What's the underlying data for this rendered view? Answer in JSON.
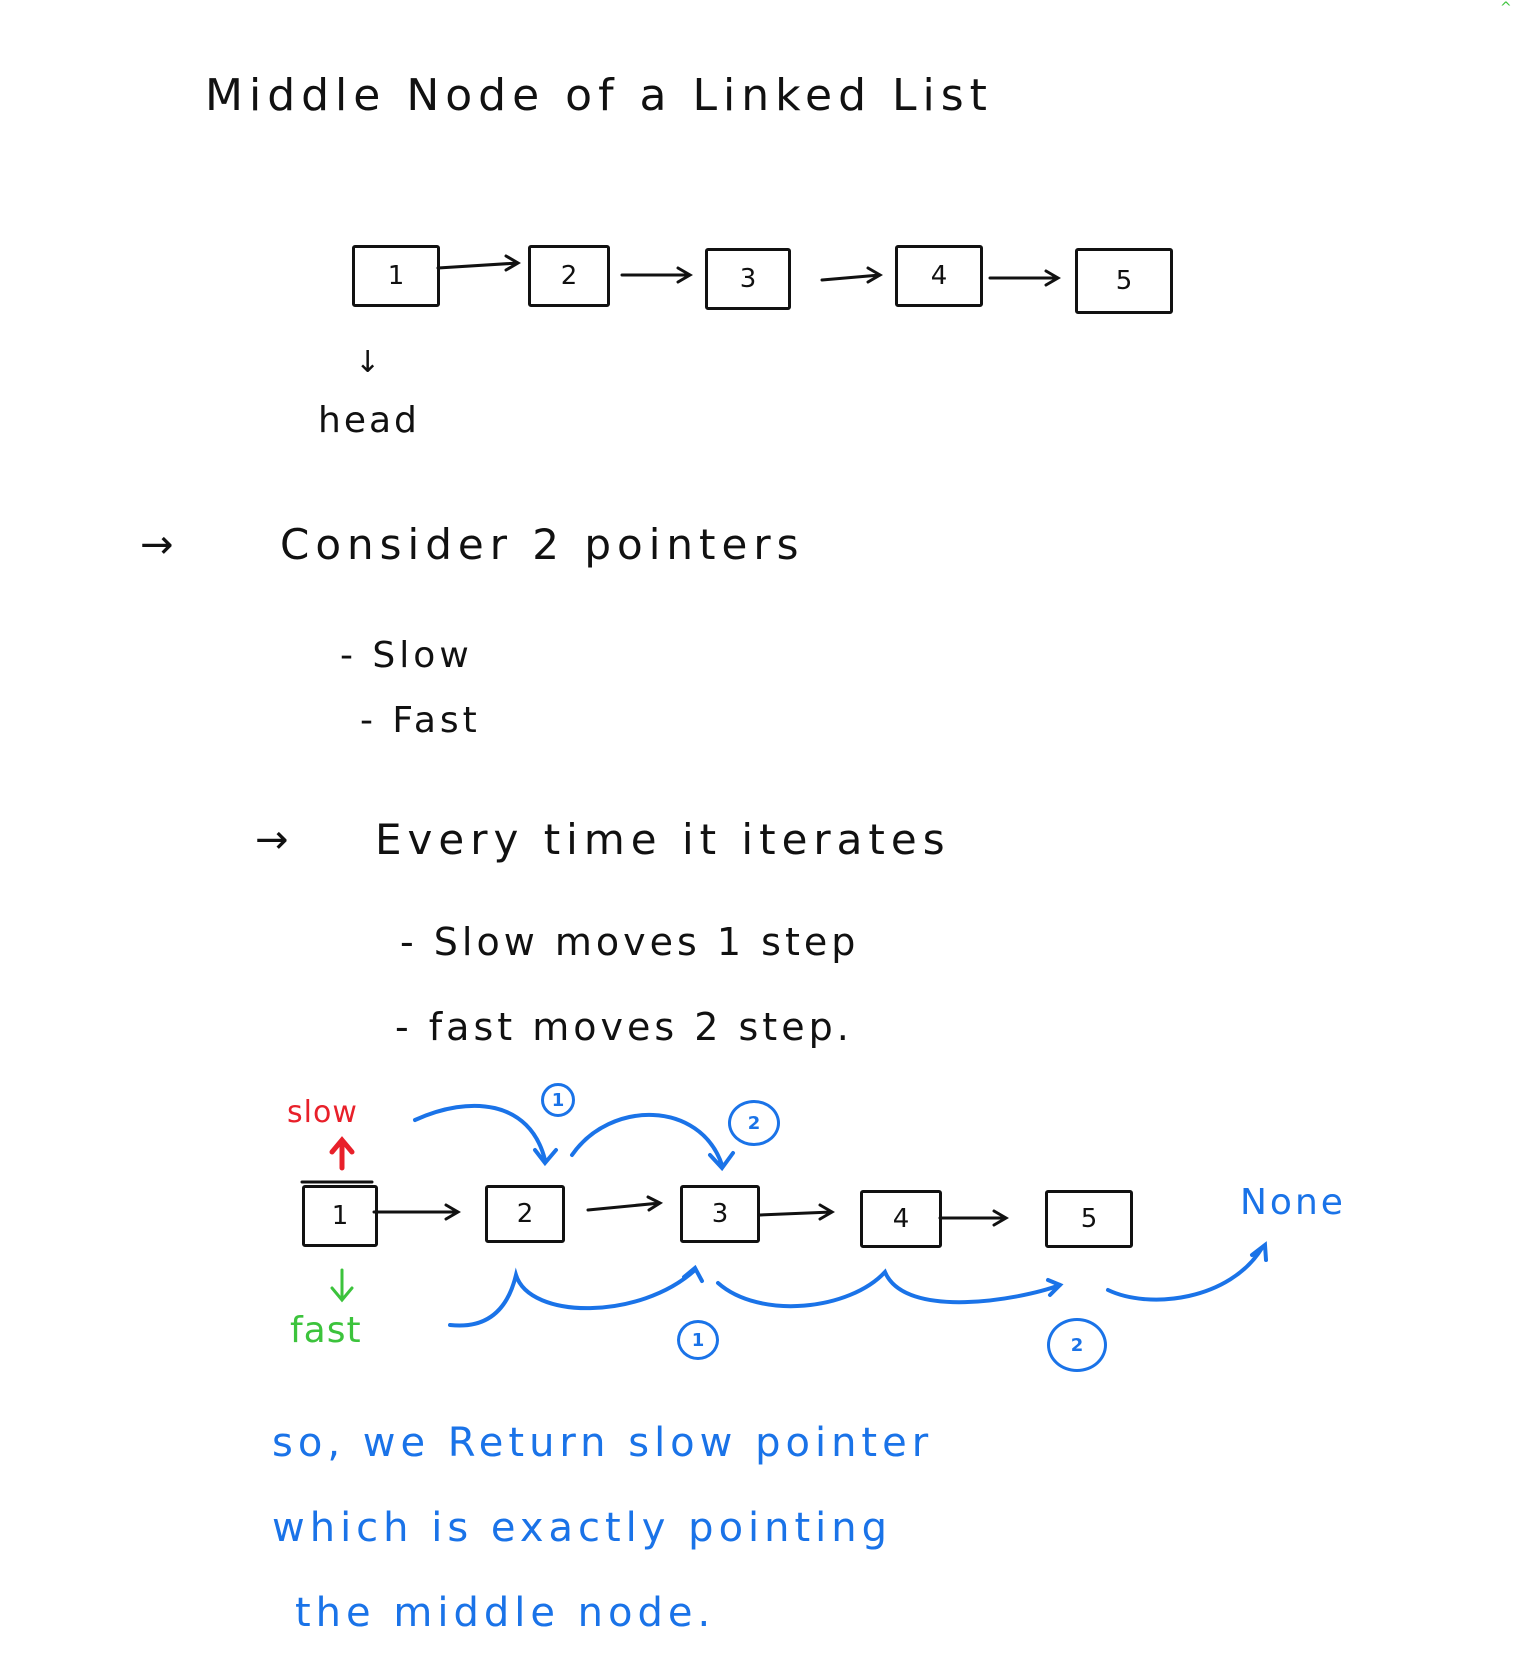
{
  "title": "Middle Node of a Linked List",
  "list1": {
    "nodes": [
      "1",
      "2",
      "3",
      "4",
      "5"
    ],
    "head_label": "head"
  },
  "points": {
    "consider": "Consider 2 pointers",
    "slow": "- Slow",
    "fast": "- Fast",
    "every": "Every time it iterates",
    "slow_move": "- Slow moves 1 step",
    "fast_move": "- fast moves 2 step."
  },
  "list2": {
    "nodes": [
      "1",
      "2",
      "3",
      "4",
      "5"
    ],
    "slow_label": "slow",
    "fast_label": "fast",
    "none_label": "None",
    "slow_steps": [
      "1",
      "2"
    ],
    "fast_steps": [
      "1",
      "2"
    ]
  },
  "conclusion": {
    "line1": "so, we Return slow pointer",
    "line2": "which is exactly pointing",
    "line3": "the middle node."
  },
  "colors": {
    "ink": "#111111",
    "slow": "#e8202a",
    "fast": "#3cc33c",
    "annotation": "#1a73e8"
  }
}
